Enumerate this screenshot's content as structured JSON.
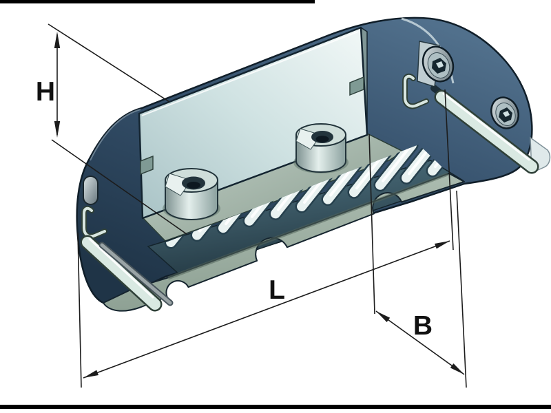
{
  "figure": {
    "type": "isometric-cutaway-technical-illustration",
    "subject": "Linear recirculating roller bearing carriage, sectioned view with dimension callouts",
    "dimension_labels": {
      "height": "H",
      "length": "L",
      "width": "B"
    }
  },
  "annotation": {
    "line_color": "#1c1c1c",
    "arrow_style": "slender-filled-triangles"
  },
  "colors": {
    "background": "#ffffff",
    "frame_bar": "#000000",
    "body_navy_light": "#4d6880",
    "body_navy_dark": "#22374a",
    "section_plate_light": "#f0f7f6",
    "section_plate_dark": "#a9c3c6",
    "ledge_sage": "#a2b4a9",
    "cage_sage": "#9fb2a6",
    "channel_teal": "#4e7380",
    "roller_light": "#edf5f4",
    "metal_gray": "#b9c6c9",
    "outline_dark": "#15242e"
  }
}
